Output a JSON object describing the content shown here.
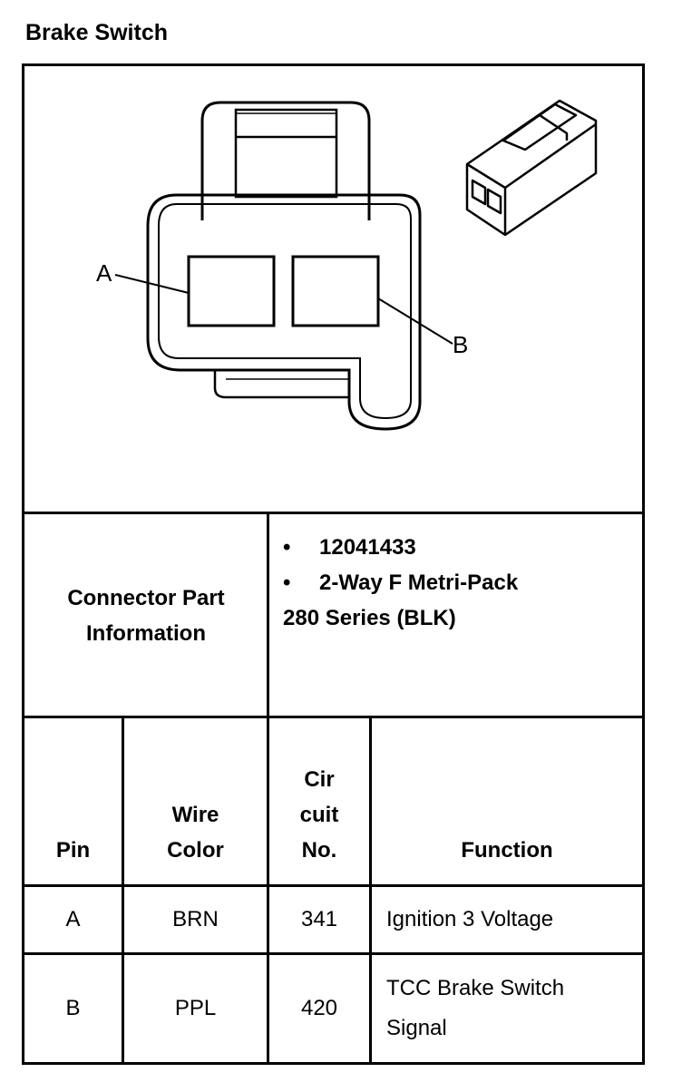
{
  "title": "Brake Switch",
  "diagram": {
    "pin_labels": [
      "A",
      "B"
    ]
  },
  "connector_info": {
    "label": "Connector Part Information",
    "label_line1": "Connector Part",
    "label_line2": "Information",
    "bullet_glyph": "•",
    "items": [
      "12041433",
      "2-Way F Metri-Pack"
    ],
    "continuation": "280 Series (BLK)"
  },
  "table": {
    "headers": {
      "pin": "Pin",
      "wire_color_1": "Wire",
      "wire_color_2": "Color",
      "circuit_1": "Cir",
      "circuit_2": "cuit",
      "circuit_3": "No.",
      "function": "Function"
    },
    "rows": [
      {
        "pin": "A",
        "wire_color": "BRN",
        "circuit": "341",
        "function_1": "Ignition 3 Voltage",
        "function_2": ""
      },
      {
        "pin": "B",
        "wire_color": "PPL",
        "circuit": "420",
        "function_1": "TCC Brake Switch",
        "function_2": "Signal"
      }
    ]
  }
}
